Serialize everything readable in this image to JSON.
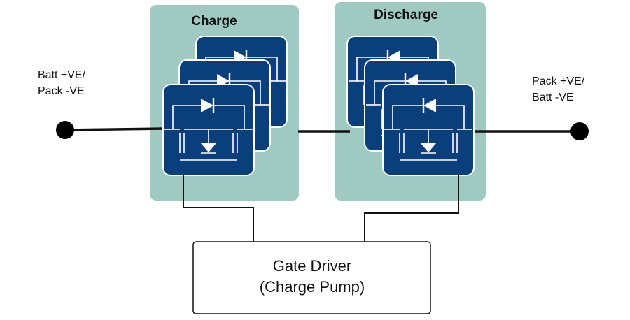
{
  "left_terminal": {
    "line1": "Batt +VE/",
    "line2": "Pack -VE"
  },
  "right_terminal": {
    "line1": "Pack +VE/",
    "line2": "Batt -VE"
  },
  "charge_group": {
    "title": "Charge"
  },
  "discharge_group": {
    "title": "Discharge"
  },
  "gate_driver": {
    "line1": "Gate Driver",
    "line2": "(Charge Pump)"
  },
  "colors": {
    "group_background": "#9fc9c1",
    "mosfet_card": "#0b3f7c",
    "wire": "#111111"
  }
}
